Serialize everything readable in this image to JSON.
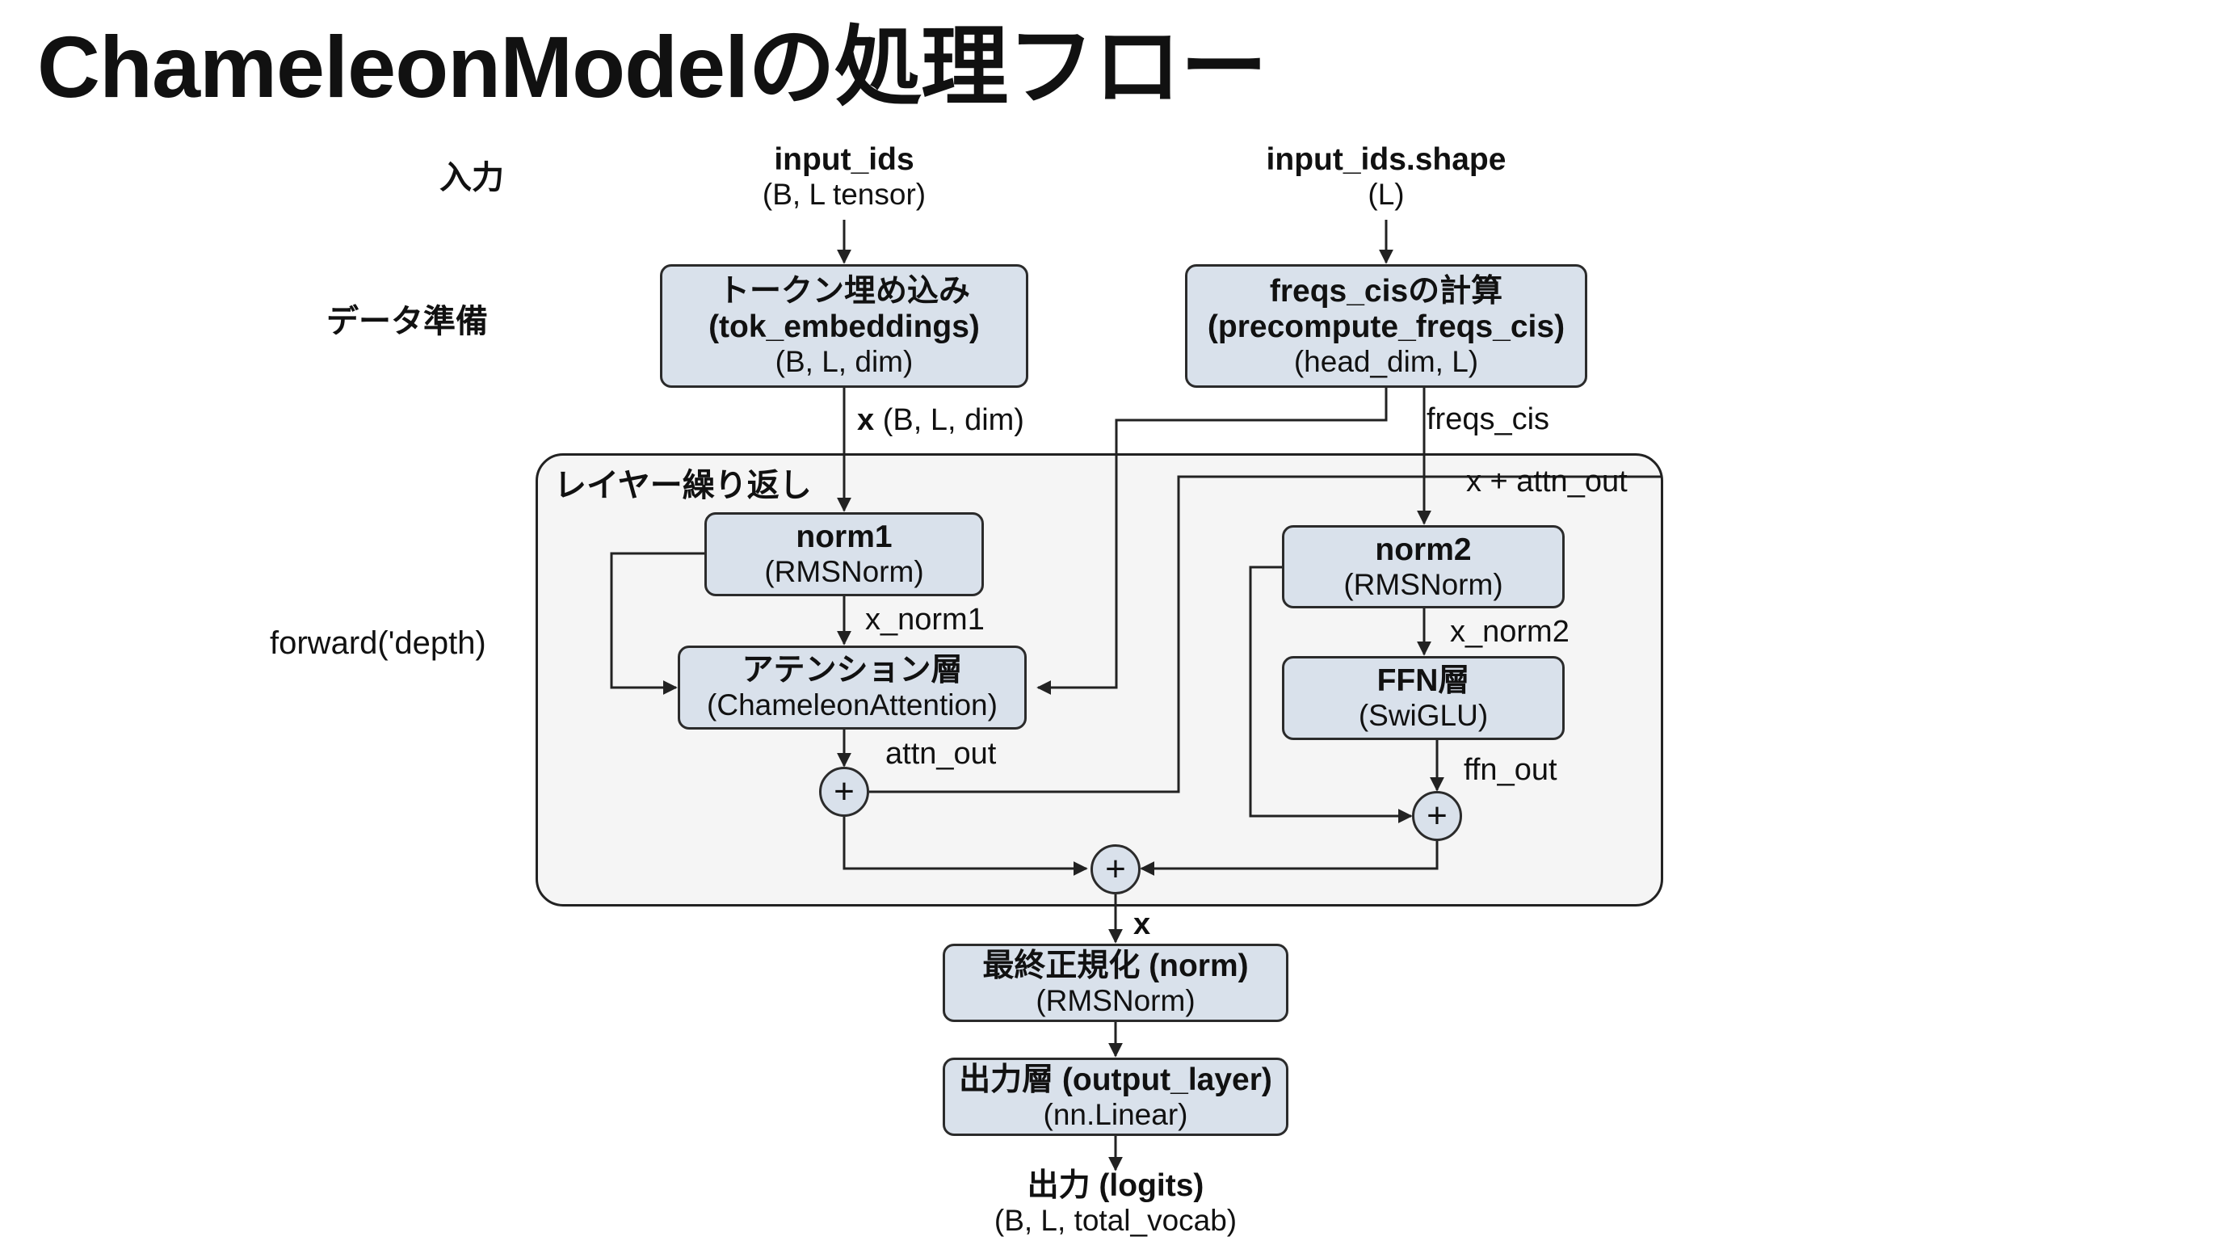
{
  "title": "ChameleonModelの処理フロー",
  "stages": {
    "input": "入力",
    "data_prep": "データ準備",
    "forward": "forward('depth)"
  },
  "loop_label": "レイヤー繰り返し",
  "inputs": {
    "ids": {
      "name": "input_ids",
      "shape": "(B, L tensor)"
    },
    "shape": {
      "name": "input_ids.shape",
      "shape": "(L)"
    }
  },
  "boxes": {
    "tok_emb": {
      "l1": "トークン埋め込み",
      "l1b": "(tok_embeddings)",
      "l2": "(B, L, dim)"
    },
    "freqs": {
      "l1": "freqs_cisの計算",
      "l1b": "(precompute_freqs_cis)",
      "l2": "(head_dim, L)"
    },
    "norm1": {
      "l1": "norm1",
      "l2": "(RMSNorm)"
    },
    "attn": {
      "l1": "アテンション層",
      "l2": "(ChameleonAttention)"
    },
    "norm2": {
      "l1": "norm2",
      "l2": "(RMSNorm)"
    },
    "ffn": {
      "l1": "FFN層",
      "l2": "(SwiGLU)"
    },
    "final_norm": {
      "l1": "最終正規化 (norm)",
      "l2": "(RMSNorm)"
    },
    "output_layer": {
      "l1": "出力層 (output_layer)",
      "l2": "(nn.Linear)"
    }
  },
  "edge_labels": {
    "x_bold": "x",
    "x_shape": "(B, L, dim)",
    "freqs_cis": "freqs_cis",
    "x_attn_out": "x + attn_out",
    "x_norm1": "x_norm1",
    "attn_out": "attn_out",
    "x_norm2": "x_norm2",
    "ffn_out": "ffn_out",
    "x_out": "x"
  },
  "plus_symbol": "+",
  "output": {
    "name": "出力 (logits)",
    "shape": "(B, L, total_vocab)"
  }
}
